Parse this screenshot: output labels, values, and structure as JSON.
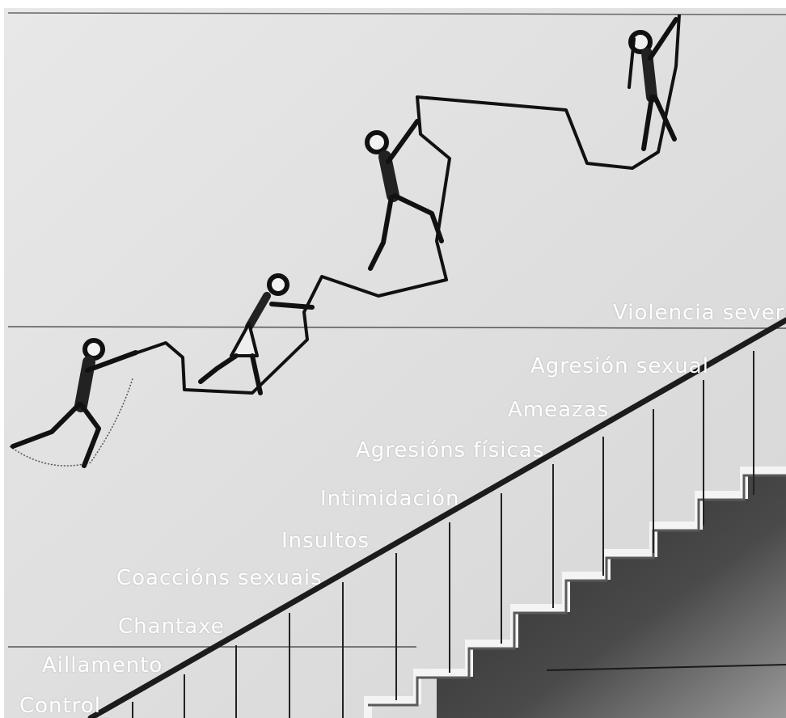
{
  "steps": [
    "Control",
    "Aillamento",
    "Chantaxe",
    "Coaccións sexuais",
    "Insultos",
    "Intimidación",
    "Agresións físicas",
    "Ameazas",
    "Agresión sexual",
    "Violencia severa"
  ],
  "colors": {
    "wall": "#e2e2e2",
    "label": "#ffffff",
    "ink": "#151515",
    "stair_shadow": "#3a3a3a"
  }
}
